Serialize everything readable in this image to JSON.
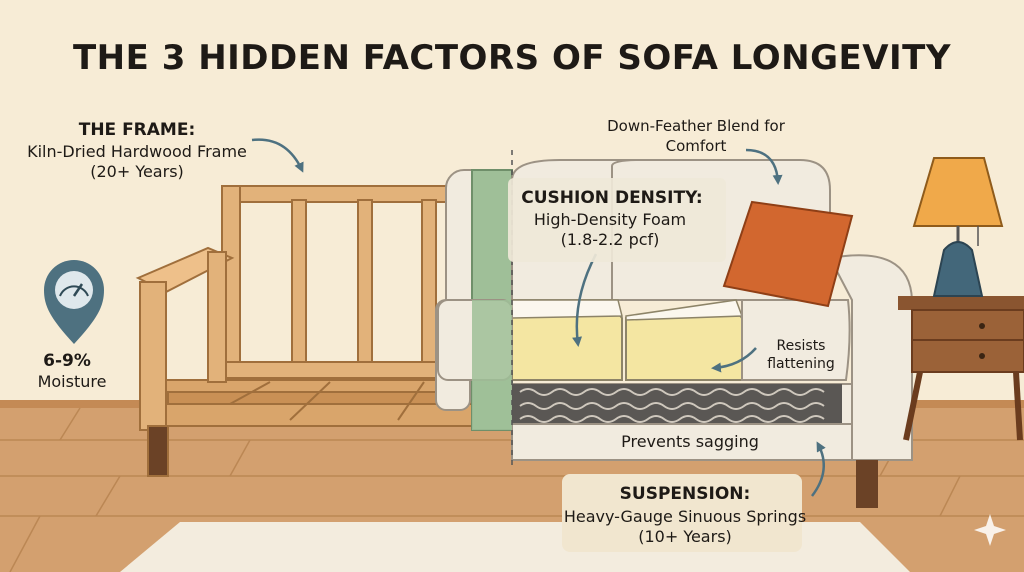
{
  "title": "THE 3 HIDDEN FACTORS OF SOFA LONGEVITY",
  "frame": {
    "heading": "THE FRAME:",
    "description": "Kiln-Dried Hardwood Frame (20+ Years)"
  },
  "moisture": {
    "value": "6-9%",
    "label": "Moisture"
  },
  "cushion": {
    "top_note": "Down-Feather Blend for Comfort",
    "heading": "CUSHION DENSITY:",
    "description": "High-Density Foam (1.8-2.2 pcf)",
    "side_note": "Resists flattening"
  },
  "suspension": {
    "note": "Prevents sagging",
    "heading": "SUSPENSION:",
    "description": "Heavy-Gauge Sinuous Springs (10+ Years)"
  },
  "icons": {
    "arrow": "curved-arrow-icon",
    "gauge": "moisture-gauge-icon",
    "sparkle": "sparkle-icon"
  },
  "colors": {
    "background": "#f7ecd6",
    "wood": "#e2b27a",
    "wood_dark": "#b7844c",
    "upholstery": "#f1ebdf",
    "foam": "#f4e6a2",
    "pillow": "#d2672f",
    "green_fabric": "#9fbf98",
    "floor": "#d3a06f",
    "text": "#1e1a16"
  }
}
